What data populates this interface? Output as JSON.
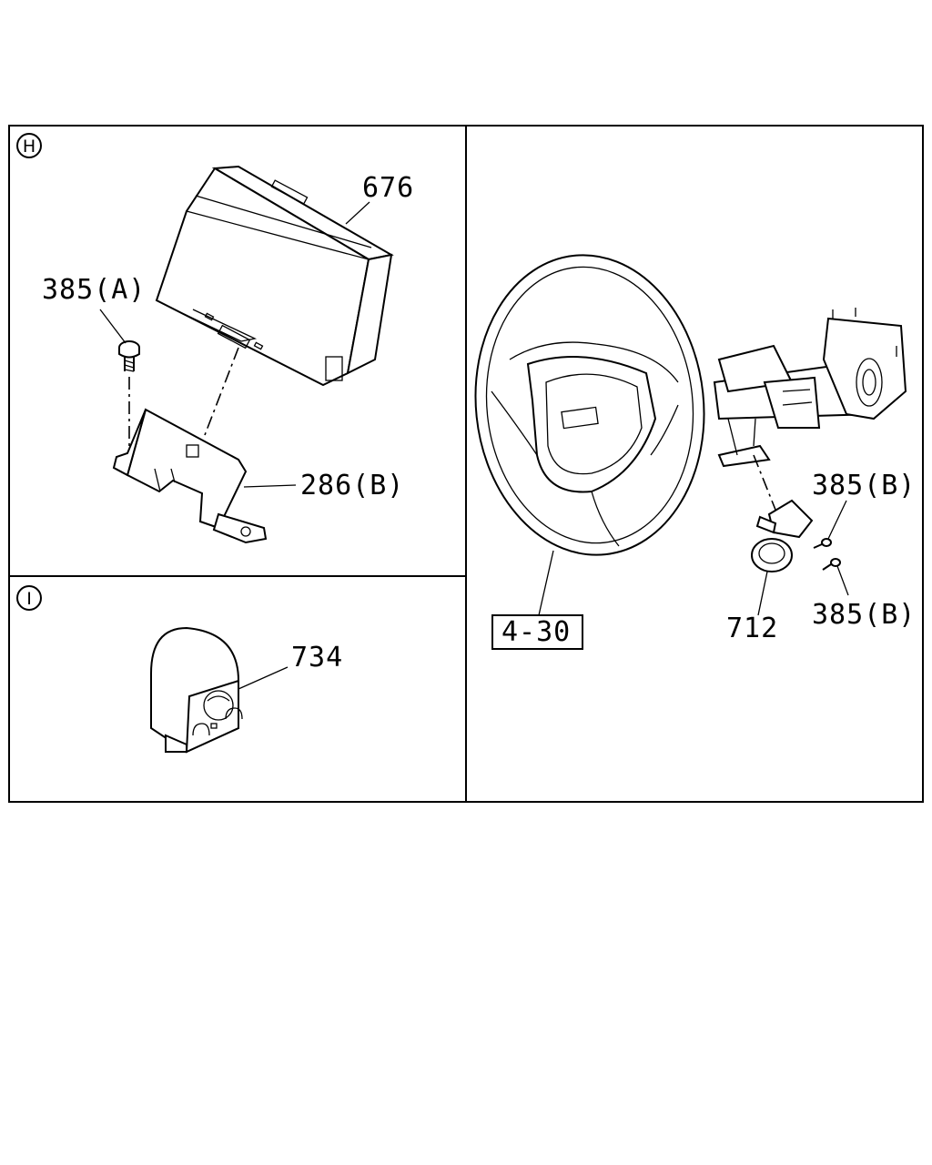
{
  "sections": {
    "h": {
      "marker": "H"
    },
    "i": {
      "marker": "I"
    }
  },
  "callouts": {
    "c676": "676",
    "c385a": "385(A)",
    "c286b": "286(B)",
    "c734": "734",
    "c385b_top": "385(B)",
    "c385b_bottom": "385(B)",
    "c712": "712",
    "ref_430": "4-30"
  }
}
